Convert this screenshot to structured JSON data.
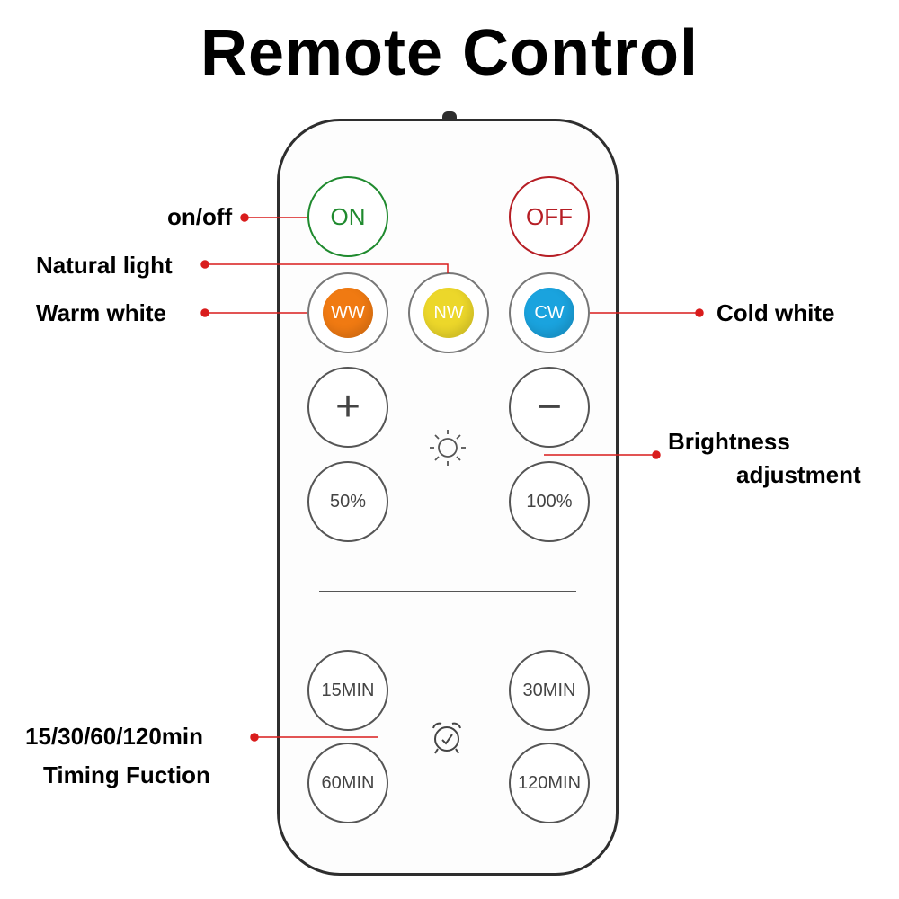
{
  "title": "Remote Control",
  "buttons": {
    "on": "ON",
    "off": "OFF",
    "ww": "WW",
    "nw": "NW",
    "cw": "CW",
    "plus": "+",
    "minus": "−",
    "b50": "50%",
    "b100": "100%",
    "t15": "15MIN",
    "t30": "30MIN",
    "t60": "60MIN",
    "t120": "120MIN"
  },
  "labels": {
    "onoff": "on/off",
    "natural": "Natural light",
    "warm": "Warm white",
    "cold": "Cold white",
    "brightness_1": "Brightness",
    "brightness_2": "adjustment",
    "timing_1": "15/30/60/120min",
    "timing_2": "Timing Fuction"
  },
  "colors": {
    "on": "#1f8a2e",
    "off": "#b61e25",
    "ww": "#f07a12",
    "nw": "#ecd72a",
    "cw": "#1aa3de",
    "callout": "#d91c1c"
  },
  "icons": {
    "brightness": "sun-icon",
    "timer": "alarm-clock-icon"
  }
}
